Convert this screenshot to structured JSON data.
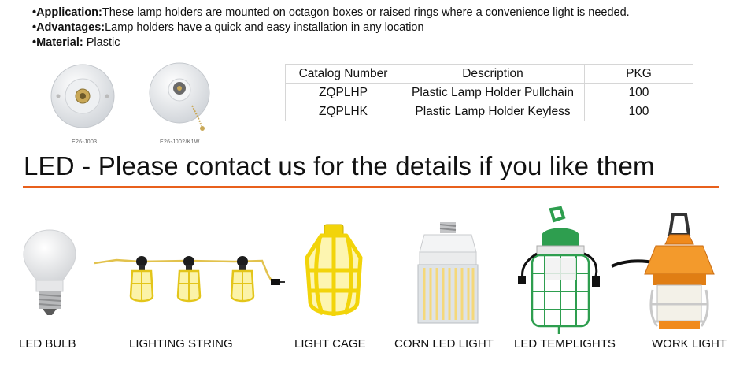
{
  "bullets": [
    {
      "label": "•Application:",
      "text": "These lamp holders are mounted on octagon boxes or raised rings where a convenience light is needed."
    },
    {
      "label": "•Advantages:",
      "text": "Lamp holders have a quick and easy installation in any location"
    },
    {
      "label": "•Material:",
      "text": " Plastic"
    }
  ],
  "holder_images": [
    {
      "caption": "E26-J003"
    },
    {
      "caption": "E26-J002/K1W"
    }
  ],
  "catalog_table": {
    "headers": [
      "Catalog Number",
      "Description",
      "PKG"
    ],
    "rows": [
      [
        "ZQPLHP",
        "Plastic Lamp Holder Pullchain",
        "100"
      ],
      [
        "ZQPLHK",
        "Plastic Lamp Holder Keyless",
        "100"
      ]
    ]
  },
  "headline": "LED - Please contact us for the details if you like them",
  "colors": {
    "accent_line": "#e8601c",
    "cage_yellow": "#f2d40a",
    "work_orange": "#f08a1c",
    "templight_green": "#2e9e4f"
  },
  "products": [
    {
      "label": "LED BULB",
      "icon": "led-bulb-icon"
    },
    {
      "label": "LIGHTING STRING",
      "icon": "lighting-string-icon"
    },
    {
      "label": "LIGHT CAGE",
      "icon": "light-cage-icon"
    },
    {
      "label": "CORN LED LIGHT",
      "icon": "corn-led-light-icon"
    },
    {
      "label": "LED TEMPLIGHTS",
      "icon": "led-templights-icon"
    },
    {
      "label": "WORK LIGHT",
      "icon": "work-light-icon"
    }
  ]
}
